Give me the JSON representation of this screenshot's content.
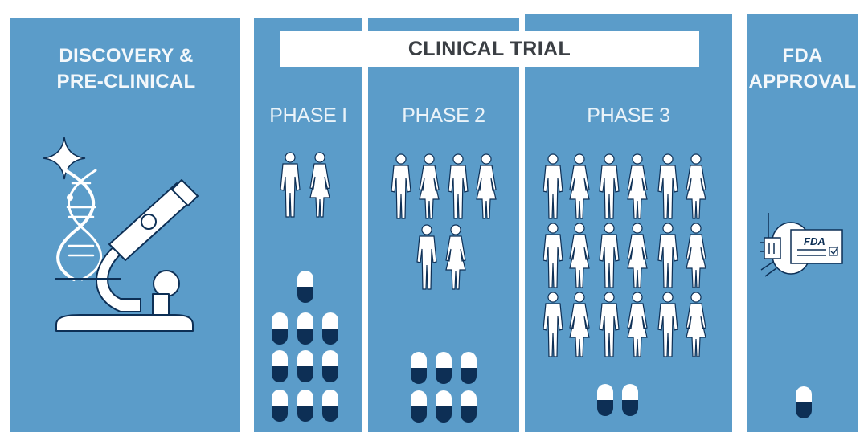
{
  "stages": {
    "discovery": {
      "title": "DISCOVERY & PRE-CLINICAL",
      "icons": [
        "sparkle-icon",
        "dna-helix-icon",
        "microscope-icon"
      ]
    },
    "clinical_trial": {
      "title": "CLINICAL TRIAL",
      "phases": [
        {
          "label": "PHASE I",
          "participant_icons": 2,
          "pill_icons": 10
        },
        {
          "label": "PHASE 2",
          "participant_icons": 6,
          "pill_icons": 6
        },
        {
          "label": "PHASE 3",
          "participant_icons": 18,
          "pill_icons": 2
        }
      ]
    },
    "fda": {
      "title": "FDA APPROVAL",
      "document_text": "FDA",
      "pill_icons": 1,
      "icons": [
        "fda-document-icon"
      ]
    }
  },
  "colors": {
    "panel": "#5b9cc9",
    "icon_white": "#ffffff",
    "pill_dark": "#0d2f55",
    "banner": "#ffffff",
    "banner_text": "#3b3f44"
  }
}
